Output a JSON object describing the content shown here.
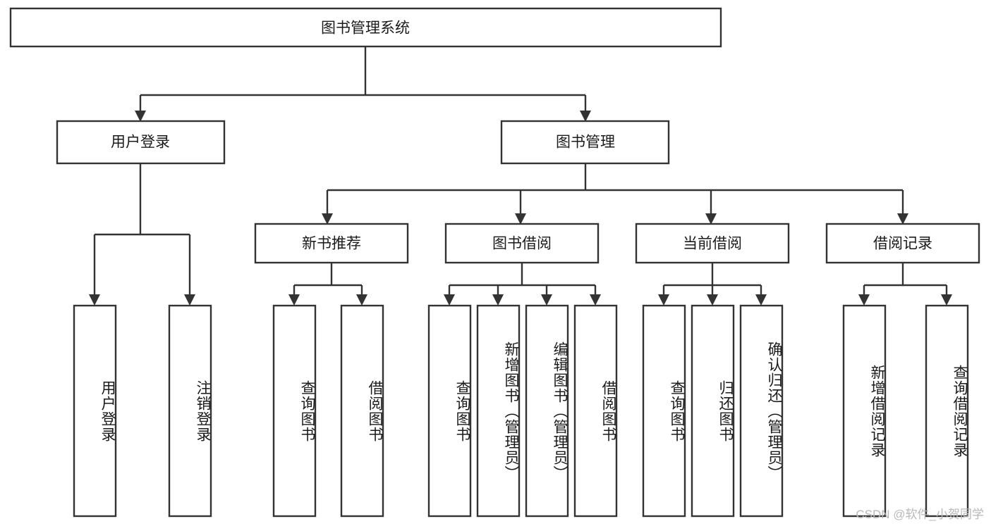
{
  "diagram": {
    "title": "图书管理系统",
    "type": "hierarchy-tree",
    "style": {
      "box_fill": "#ffffff",
      "box_stroke": "#333333",
      "text_color": "#1a1a1a",
      "watermark_color": "#b8b8b8"
    },
    "root": {
      "label": "图书管理系统"
    },
    "level2": [
      {
        "label": "用户登录"
      },
      {
        "label": "图书管理"
      }
    ],
    "level3": [
      {
        "label": "新书推荐"
      },
      {
        "label": "图书借阅"
      },
      {
        "label": "当前借阅"
      },
      {
        "label": "借阅记录"
      }
    ],
    "leaves": {
      "user_login": [
        {
          "label": "用户登录"
        },
        {
          "label": "注销登录"
        }
      ],
      "new_book_recommend": [
        {
          "label": "查询图书"
        },
        {
          "label": "借阅图书"
        }
      ],
      "book_borrow": [
        {
          "label": "查询图书"
        },
        {
          "label": "新增图书（管理员）"
        },
        {
          "label": "编辑图书（管理员）"
        },
        {
          "label": "借阅图书"
        }
      ],
      "current_borrow": [
        {
          "label": "查询图书"
        },
        {
          "label": "归还图书"
        },
        {
          "label": "确认归还（管理员）"
        }
      ],
      "borrow_record": [
        {
          "label": "新增借阅记录"
        },
        {
          "label": "查询借阅记录"
        }
      ]
    }
  },
  "watermark": {
    "text": "CSDN @软件_小贺同学"
  }
}
